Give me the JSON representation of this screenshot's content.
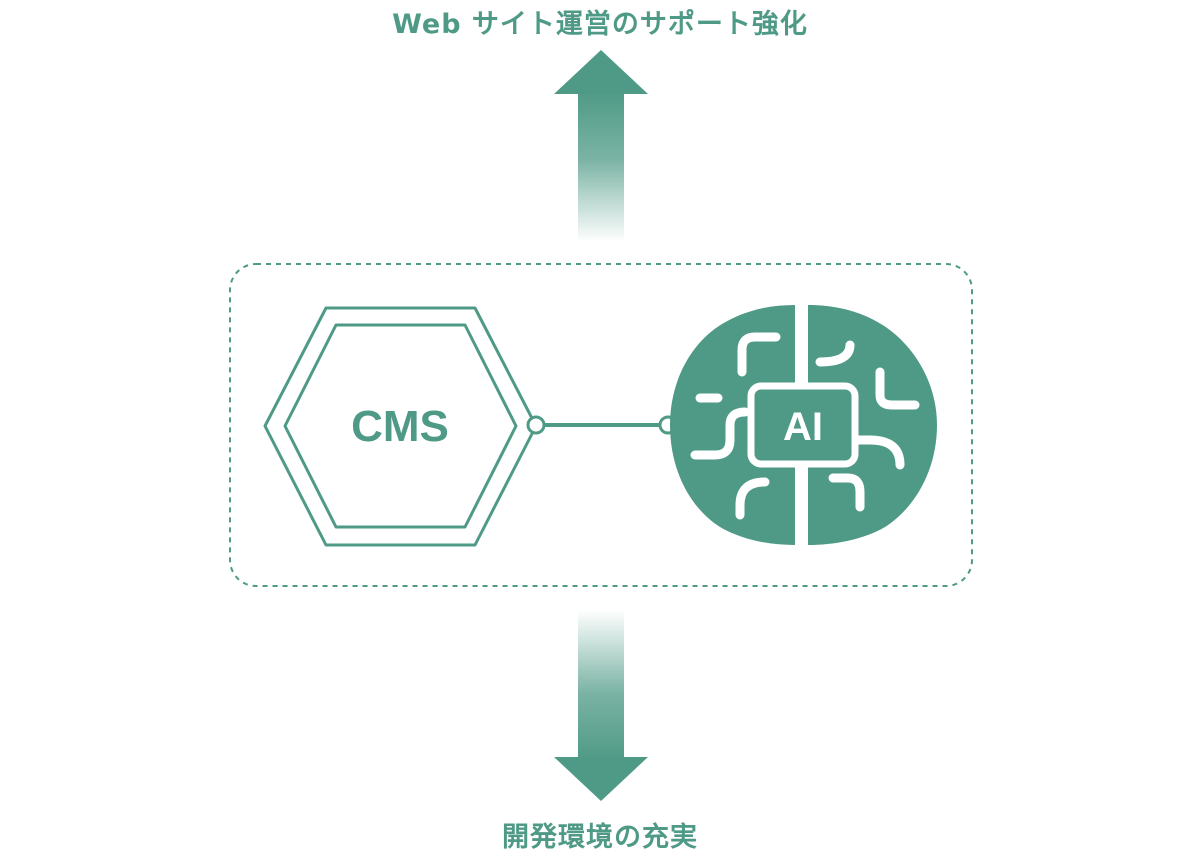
{
  "colors": {
    "accent": "#4f9a86",
    "background": "#ffffff"
  },
  "top_label": "Web サイト運営のサポート強化",
  "bottom_label": "開発環境の充実",
  "cms_label": "CMS",
  "ai_label": "AI",
  "icons": {
    "up": "arrow-up-icon",
    "down": "arrow-down-icon",
    "cms": "hexagon-icon",
    "ai": "brain-chip-icon"
  }
}
